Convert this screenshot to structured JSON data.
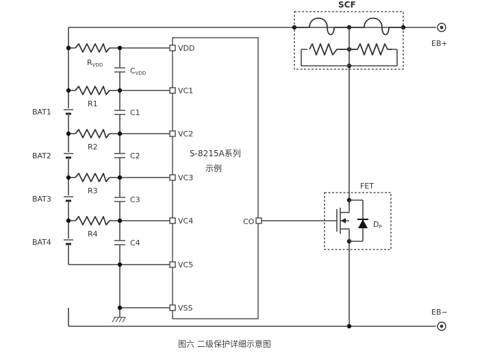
{
  "labels": {
    "scf": "SCF",
    "fet": "FET",
    "eb_plus": "EB+",
    "eb_minus": "EB−",
    "ic_name": "S-8215A系列",
    "ic_sub": "示例",
    "co": "CO",
    "dp_main": "D",
    "dp_sub": "P",
    "rvdd_main": "R",
    "rvdd_sub": "VDD",
    "cvdd_main": "C",
    "cvdd_sub": "VDD"
  },
  "pins": [
    "VDD",
    "VC1",
    "VC2",
    "VC3",
    "VC4",
    "VC5",
    "VSS"
  ],
  "resistors": [
    "R1",
    "R2",
    "R3",
    "R4"
  ],
  "capacitors": [
    "C1",
    "C2",
    "C3",
    "C4"
  ],
  "batteries": [
    "BAT1",
    "BAT2",
    "BAT3",
    "BAT4"
  ],
  "caption": "图六   二级保护详细示意图"
}
